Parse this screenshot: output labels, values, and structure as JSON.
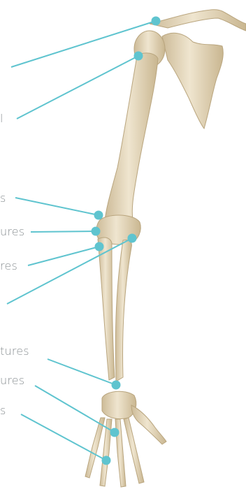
{
  "colors": {
    "accent": "#5fc4cf",
    "bone": "#e8dcc2",
    "bone_shade": "#cdbb98",
    "label_text": "#8a9093"
  },
  "labels": [
    {
      "id": "clavicle-acromion",
      "text": ""
    },
    {
      "id": "humerus-proximal",
      "text": "l"
    },
    {
      "id": "elbow-medial",
      "text": "s"
    },
    {
      "id": "elbow-distal-humerus",
      "text": "ures"
    },
    {
      "id": "elbow-radial-head",
      "text": "res"
    },
    {
      "id": "forearm-shaft",
      "text": ""
    },
    {
      "id": "distal-radius",
      "text": "tures"
    },
    {
      "id": "metacarpal",
      "text": "ures"
    },
    {
      "id": "phalanges",
      "text": "s"
    }
  ]
}
